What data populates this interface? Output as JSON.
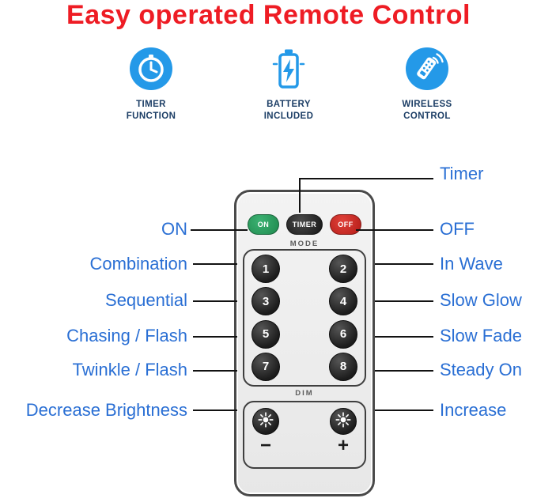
{
  "title": "Easy operated Remote Control",
  "features": [
    {
      "icon": "timer-clock-icon",
      "line1": "TIMER",
      "line2": "FUNCTION"
    },
    {
      "icon": "battery-icon",
      "line1": "BATTERY",
      "line2": "INCLUDED"
    },
    {
      "icon": "wireless-remote-icon",
      "line1": "WIRELESS",
      "line2": "CONTROL"
    }
  ],
  "remote": {
    "top_buttons": [
      {
        "label": "ON"
      },
      {
        "label": "TIMER"
      },
      {
        "label": "OFF"
      }
    ],
    "mode_label": "MODE",
    "mode_buttons": [
      "1",
      "2",
      "3",
      "4",
      "5",
      "6",
      "7",
      "8"
    ],
    "dim_label": "DIM",
    "dim_minus": "−",
    "dim_plus": "+"
  },
  "callouts": {
    "left": [
      "ON",
      "Combination",
      "Sequential",
      "Chasing / Flash",
      "Twinkle / Flash",
      "Decrease Brightness"
    ],
    "right": [
      "Timer",
      "OFF",
      "In Wave",
      "Slow Glow",
      "Slow Fade",
      "Steady On",
      "Increase"
    ]
  },
  "colors": {
    "title_red": "#ee1c24",
    "callout_blue": "#2a6fd4",
    "feature_label_navy": "#1c3e66",
    "icon_blue": "#2499e8",
    "button_green": "#1f8a4e",
    "button_red": "#b41b17",
    "button_dark": "#1c1c1c"
  }
}
